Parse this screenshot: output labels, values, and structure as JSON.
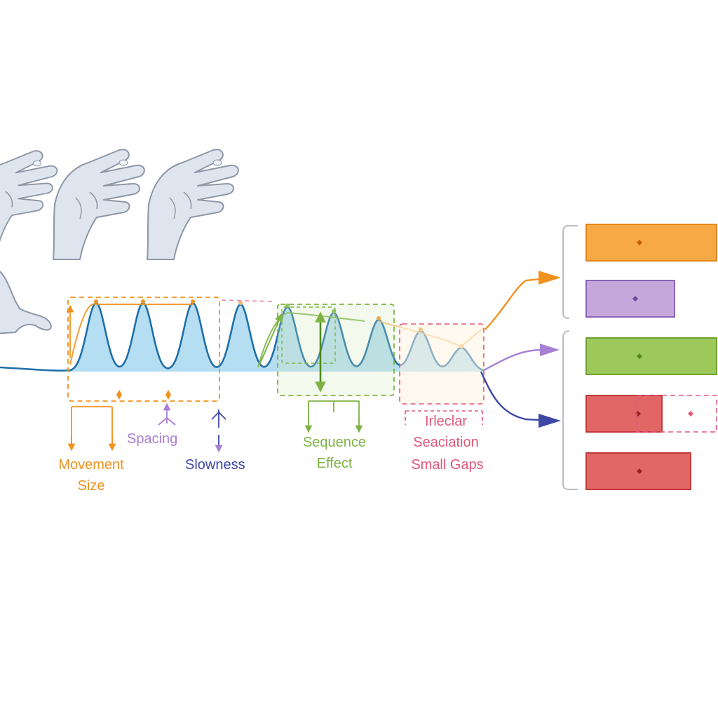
{
  "colors": {
    "signal": "#1f6fa8",
    "fill": "#a9d8f0",
    "orange": "#f0921e",
    "purple": "#a77fd3",
    "navy": "#3f48a6",
    "green": "#7db444",
    "red": "#e0587a",
    "hand": "#dfe5ee",
    "hand_stroke": "#8d97a8",
    "bracket": "#b9bdc4"
  },
  "icons": [
    "hand-icon",
    "arrow-right-icon",
    "double-arrow-icon"
  ],
  "labels": {
    "movement_line1": "Movement",
    "movement_line2": "Size",
    "spacing": "Spacing",
    "slowness": "Slowness",
    "sequence_line1": "Sequence",
    "sequence_line2": "Effect",
    "irregular": "Irleclar",
    "separation": "Seaciation",
    "small_gaps": "Small Gaps"
  },
  "output_bars": [
    {
      "fill": "#f6a945",
      "border": "#e3861a",
      "dot": "#c85a10",
      "value": 1.0
    },
    {
      "fill": "#c6a7dc",
      "border": "#8b63b8",
      "dot": "#6c4a99",
      "value": 0.68
    },
    {
      "fill": "#9dc85a",
      "border": "#6fa232",
      "dot": "#4f8a1e",
      "value": 1.0
    },
    {
      "fill": "#e36666",
      "border": "#c23b3b",
      "dot": "#9c2222",
      "value": 0.58
    },
    {
      "fill": "#e36666",
      "border": "#c23b3b",
      "dot": "#9c2222",
      "value": 0.8
    }
  ]
}
